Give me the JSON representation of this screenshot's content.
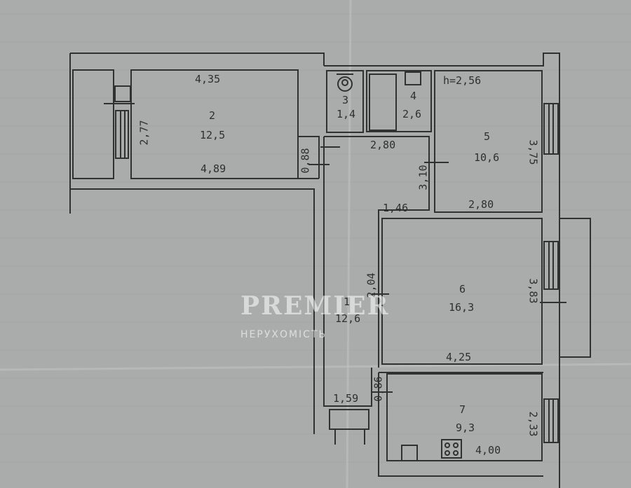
{
  "watermark": {
    "brand": "PREMIER",
    "subtitle": "НЕРУХОМІСТЬ"
  },
  "ceiling_height": "h=2,56",
  "rooms": {
    "r1": {
      "num": "1",
      "area": "12,6"
    },
    "r2": {
      "num": "2",
      "area": "12,5"
    },
    "r3": {
      "num": "3",
      "area": "1,4"
    },
    "r4": {
      "num": "4",
      "area": "2,6"
    },
    "r5": {
      "num": "5",
      "area": "10,6"
    },
    "r6": {
      "num": "6",
      "area": "16,3"
    },
    "r7": {
      "num": "7",
      "area": "9,3"
    }
  },
  "dims": {
    "d435": "4,35",
    "d277": "2,77",
    "d489": "4,89",
    "d088a": "0,88",
    "d280top": "2,80",
    "d310": "3,10",
    "d146": "1,46",
    "d375": "3,75",
    "d280b": "2,80",
    "d204": "2,04",
    "d383": "3,83",
    "d425": "4,25",
    "d159": "1,59",
    "d086": "0,86",
    "d233": "2,33",
    "d400": "4,00"
  }
}
